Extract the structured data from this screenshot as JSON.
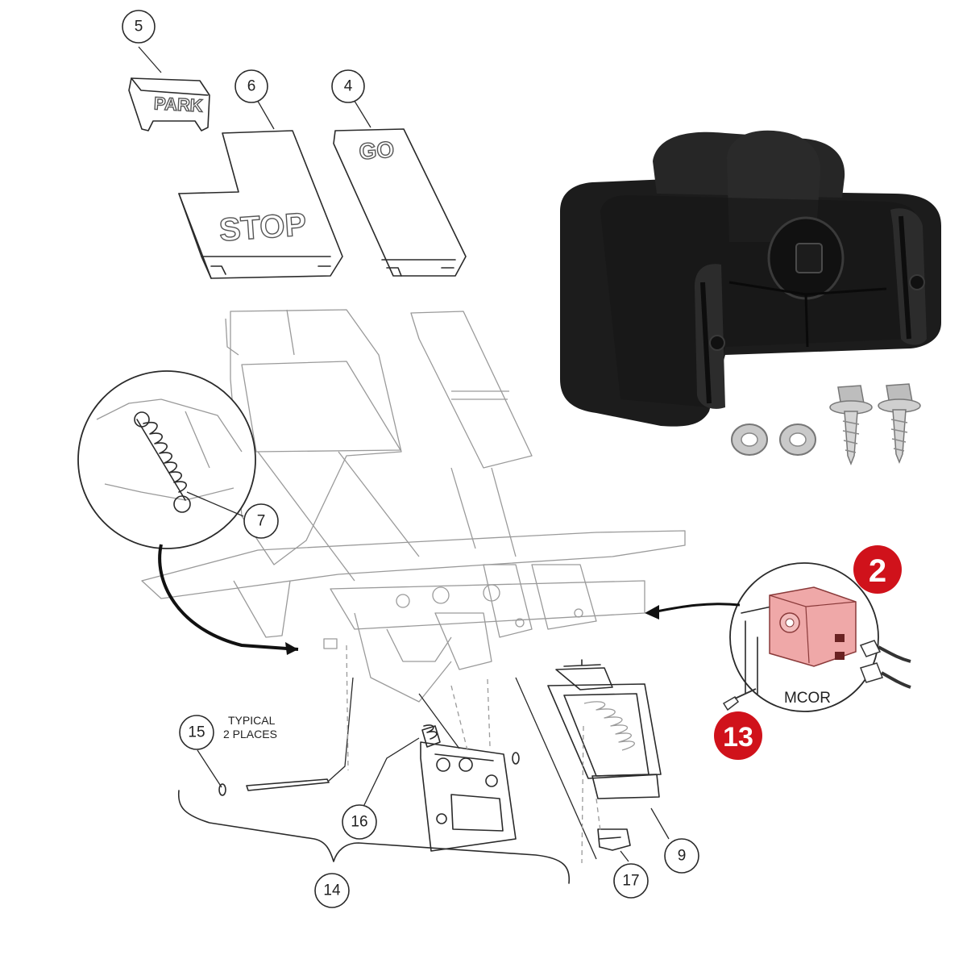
{
  "callouts": {
    "c5": "5",
    "c6": "6",
    "c4": "4",
    "c7": "7",
    "c15": "15",
    "c16": "16",
    "c14": "14",
    "c17": "17",
    "c9": "9",
    "c2": "2",
    "c13": "13"
  },
  "pedal_caps": {
    "park": "PARK",
    "stop": "STOP",
    "go": "GO"
  },
  "note": {
    "line1": "TYPICAL",
    "line2": "2 PLACES"
  },
  "inset_label": "MCOR",
  "colors": {
    "highlight_red": "#d0121b",
    "mcor_pink": "#efa8a8",
    "part_black": "#1c1c1c"
  }
}
